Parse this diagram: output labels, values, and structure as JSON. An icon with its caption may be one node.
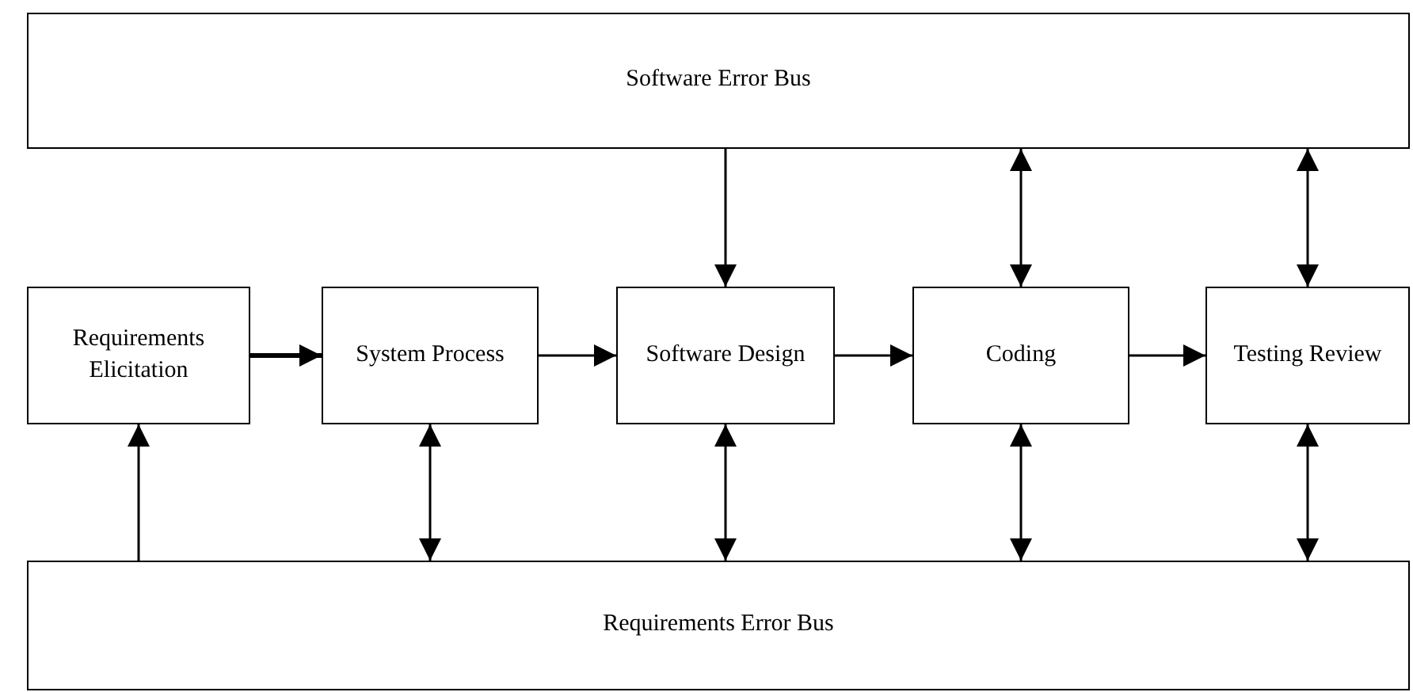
{
  "diagram": {
    "nodes": [
      {
        "text": [
          "Software Error Bus"
        ]
      },
      {
        "text": [
          "Requirements Elicitation"
        ]
      },
      {
        "text": [
          "System Process"
        ]
      },
      {
        "text": [
          "Software Design"
        ]
      },
      {
        "text": [
          "Coding"
        ]
      },
      {
        "text": [
          "Testing Review"
        ]
      },
      {
        "text": [
          "Requirements Error Bus"
        ]
      }
    ],
    "edges": [
      {
        "from": 0,
        "to": 3,
        "arrow": "to"
      },
      {
        "from": 4,
        "to": 0,
        "arrow": "both"
      },
      {
        "from": 5,
        "to": 0,
        "arrow": "both"
      },
      {
        "from": 1,
        "to": 2,
        "arrow": "to",
        "style": "thick"
      },
      {
        "from": 2,
        "to": 3,
        "arrow": "to"
      },
      {
        "from": 3,
        "to": 4,
        "arrow": "to"
      },
      {
        "from": 4,
        "to": 5,
        "arrow": "to"
      },
      {
        "from": 6,
        "to": 1,
        "arrow": "to"
      },
      {
        "from": 2,
        "to": 6,
        "arrow": "both"
      },
      {
        "from": 3,
        "to": 6,
        "arrow": "both"
      },
      {
        "from": 4,
        "to": 6,
        "arrow": "both"
      },
      {
        "from": 5,
        "to": 6,
        "arrow": "both"
      }
    ]
  }
}
